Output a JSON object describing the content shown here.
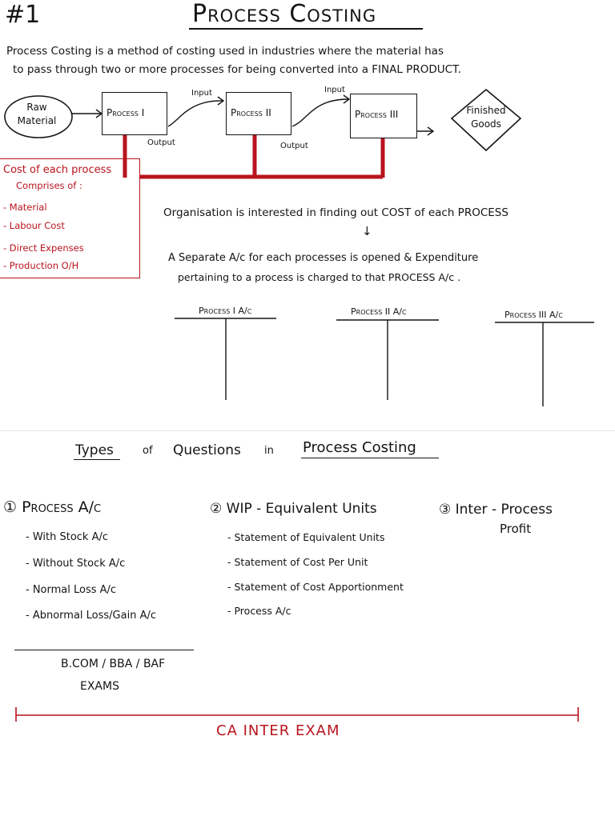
{
  "header": {
    "number": "#1",
    "title": "Process Costing"
  },
  "definition": {
    "line1": "Process  Costing  is  a  method  of costing  used  in  industries   where  the  material  has",
    "line2": "to  pass  through  two  or  more  processes  for  being  converted  into  a  FINAL  PRODUCT."
  },
  "flow": {
    "raw_material": "Raw\nMaterial",
    "process1": "Process I",
    "process2": "Process II",
    "process3": "Process III",
    "finished_goods": "Finished\nGoods",
    "input1": "Input",
    "input2": "Input",
    "output1": "Output",
    "output2": "Output"
  },
  "cost_box": {
    "title": "Cost  of  each  process",
    "subtitle": "Comprises  of :",
    "items": [
      "- Material",
      "- Labour  Cost",
      "- Direct  Expenses",
      "- Production  O/H"
    ]
  },
  "explanation": {
    "line1": "Organisation  is  interested  in  finding  out  COST  of  each  PROCESS",
    "arrow": "↓",
    "line2": "A  Separate  A/c  for  each  processes  is  opened  &  Expenditure",
    "line3": "pertaining  to  a  process  is  charged  to  that  PROCESS  A/c ."
  },
  "accounts": [
    "Process I A/c",
    "Process II A/c",
    "Process III A/c"
  ],
  "types": {
    "heading_types": "Types",
    "heading_of": "of",
    "heading_questions": "Questions",
    "heading_in": "in",
    "heading_process_costing": "Process  Costing",
    "col1": {
      "title": "① Process  A/c",
      "items": [
        "- With  Stock  A/c",
        "- Without  Stock  A/c",
        "- Normal  Loss  A/c",
        "- Abnormal  Loss/Gain  A/c"
      ],
      "exam_line1": "B.COM / BBA / BAF",
      "exam_line2": "EXAMS"
    },
    "col2": {
      "title": "② WIP - Equivalent  Units",
      "items": [
        "- Statement  of  Equivalent  Units",
        "- Statement  of  Cost  Per  Unit",
        "- Statement  of  Cost  Apportionment",
        "- Process  A/c"
      ]
    },
    "col3": {
      "title": "③ Inter - Process",
      "title2": "Profit"
    },
    "ca_exam": "CA  INTER  EXAM"
  },
  "colors": {
    "ink": "#141414",
    "accent_red": "#b8141e"
  }
}
